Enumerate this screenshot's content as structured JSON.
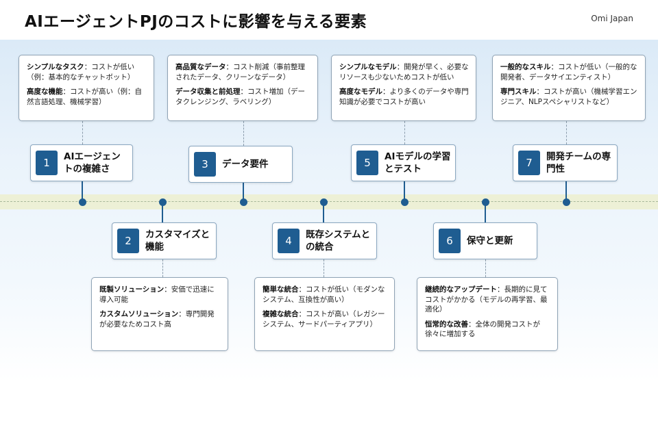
{
  "title": "AIエージェントPJのコストに影響を与える要素",
  "brand": "Omi Japan",
  "steps": [
    {
      "num": "1",
      "label": "AIエージェントの複雑さ",
      "items": [
        {
          "key": "シンプルなタスク",
          "sep": "：",
          "desc": "コストが低い（例：基本的なチャットボット）"
        },
        {
          "key": "高度な機能",
          "sep": "：",
          "desc": "コストが高い（例：自然言語処理、機械学習）"
        }
      ]
    },
    {
      "num": "2",
      "label": "カスタマイズと機能",
      "items": [
        {
          "key": "既製ソリューション",
          "sep": "：",
          "desc": "安価で迅速に導入可能"
        },
        {
          "key": "カスタムソリューション",
          "sep": "：",
          "desc": "専門開発が必要なためコスト高"
        }
      ]
    },
    {
      "num": "3",
      "label": "データ要件",
      "items": [
        {
          "key": "高品質なデータ",
          "sep": "：",
          "desc": "コスト削減（事前整理されたデータ、クリーンなデータ）"
        },
        {
          "key": "データ収集と前処理",
          "sep": "：",
          "desc": "コスト増加（データクレンジング、ラベリング）"
        }
      ]
    },
    {
      "num": "4",
      "label": "既存システムとの統合",
      "items": [
        {
          "key": "簡単な統合",
          "sep": "：",
          "desc": "コストが低い（モダンなシステム、互換性が高い）"
        },
        {
          "key": "複雑な統合",
          "sep": "：",
          "desc": "コストが高い（レガシーシステム、サードパーティアプリ）"
        }
      ]
    },
    {
      "num": "5",
      "label": "AIモデルの学習とテスト",
      "items": [
        {
          "key": "シンプルなモデル",
          "sep": "：",
          "desc": "開発が早く、必要なリソースも少ないためコストが低い"
        },
        {
          "key": "高度なモデル",
          "sep": "：",
          "desc": "より多くのデータや専門知識が必要でコストが高い"
        }
      ]
    },
    {
      "num": "6",
      "label": "保守と更新",
      "items": [
        {
          "key": "継続的なアップデート",
          "sep": "：",
          "desc": "長期的に見てコストがかかる（モデルの再学習、最適化）"
        },
        {
          "key": "恒常的な改善",
          "sep": "：",
          "desc": "全体の開発コストが徐々に増加する"
        }
      ]
    },
    {
      "num": "7",
      "label": "開発チームの専門性",
      "items": [
        {
          "key": "一般的なスキル",
          "sep": "：",
          "desc": "コストが低い（一般的な開発者、データサイエンティスト）"
        },
        {
          "key": "専門スキル",
          "sep": "：",
          "desc": "コストが高い（機械学習エンジニア、NLPスペシャリストなど）"
        }
      ]
    }
  ]
}
